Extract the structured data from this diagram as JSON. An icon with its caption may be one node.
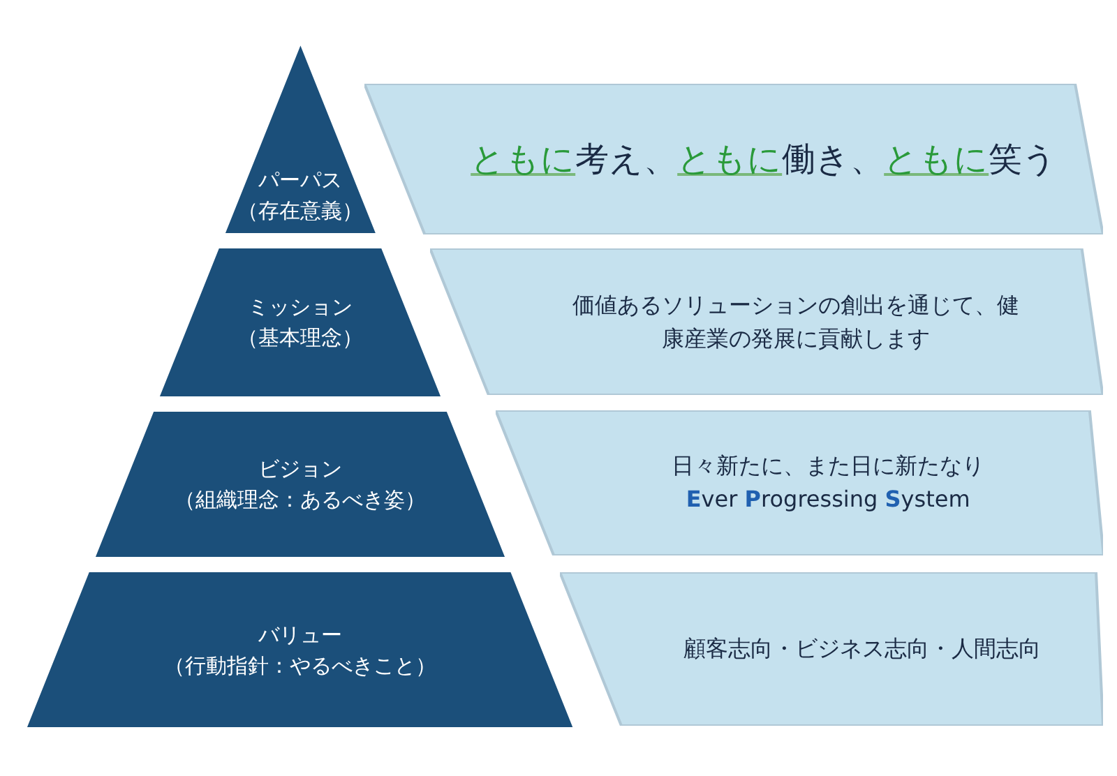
{
  "diagram": {
    "nodes": [
      {
        "text": [
          "パーパス",
          "（存在意義）"
        ]
      },
      {
        "text": [
          "**ともに**考え、**ともに**働き、**ともに**笑う"
        ]
      },
      {
        "text": [
          "ミッション",
          "（基本理念）"
        ]
      },
      {
        "text": [
          "価値あるソリューションの創出を通じて、健康産業の発展に貢献します"
        ]
      },
      {
        "text": [
          "ビジョン",
          "（組織理念：あるべき姿）"
        ]
      },
      {
        "text": [
          "日々新たに、また日に新たなり",
          "**E**ver **P**rogressing **S**ystem"
        ]
      },
      {
        "text": [
          "バリュー",
          "（行動指針：やるべきこと）"
        ]
      },
      {
        "text": [
          "顧客志向・ビジネス志向・人間志向"
        ]
      }
    ]
  }
}
